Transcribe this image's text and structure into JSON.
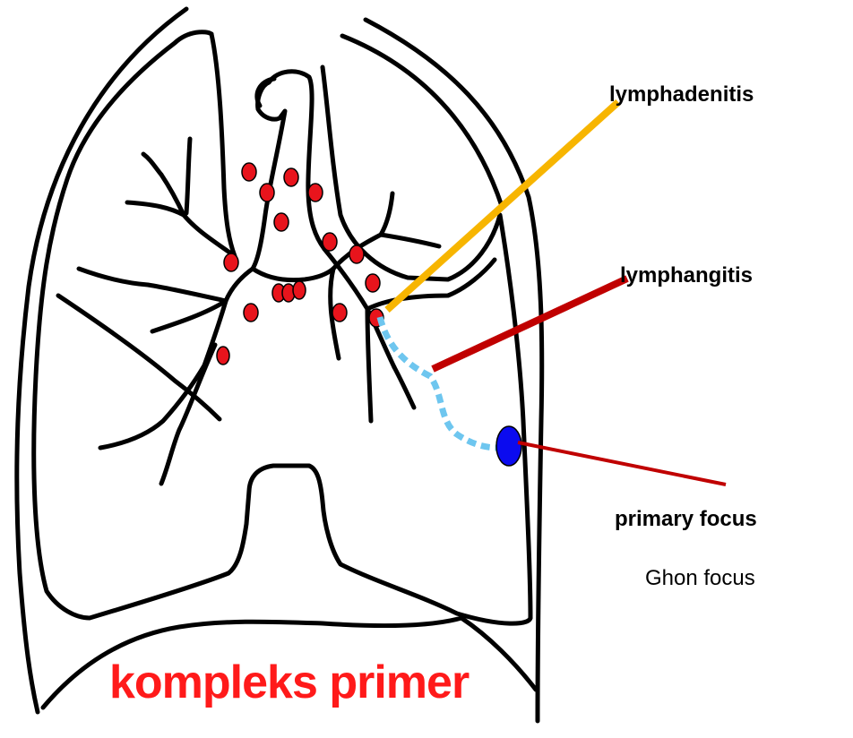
{
  "labels": {
    "lymphadenitis": "lymphadenitis",
    "lymphangitis": "lymphangitis",
    "primary_focus": "primary focus",
    "ghon_focus": "Ghon focus",
    "title": "kompleks primer"
  },
  "colors": {
    "outline": "#000000",
    "lymph_node": "#e8141c",
    "primary_focus": "#0b0bef",
    "lymphatic_path": "#6ec6ef",
    "pointer_lymphadenitis": "#f7b500",
    "pointer_lymphangitis": "#c00000",
    "pointer_primary_focus": "#c00000",
    "title": "#ff1a1a"
  }
}
